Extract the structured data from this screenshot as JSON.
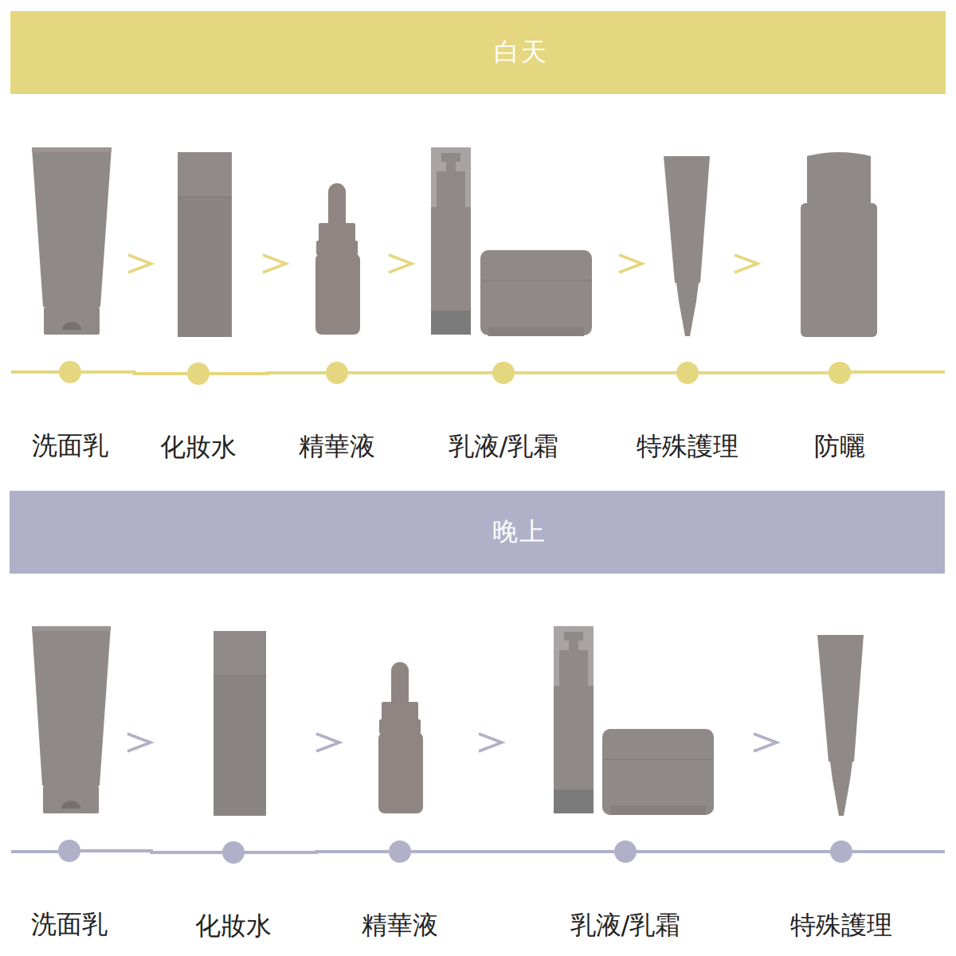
{
  "diagram": {
    "nodes": [
      {
        "text": [
          "白天"
        ]
      },
      {
        "text": [
          "洗面乳"
        ]
      },
      {
        "text": [
          "化妝水"
        ]
      },
      {
        "text": [
          "精華液"
        ]
      },
      {
        "text": [
          "乳液/乳霜"
        ]
      },
      {
        "text": [
          "特殊護理"
        ]
      },
      {
        "text": [
          "防曬"
        ]
      },
      {
        "text": [
          "晚上"
        ]
      },
      {
        "text": [
          "洗面乳"
        ]
      },
      {
        "text": [
          "化妝水"
        ]
      },
      {
        "text": [
          "精華液"
        ]
      },
      {
        "text": [
          "乳液/乳霜"
        ]
      },
      {
        "text": [
          "特殊護理"
        ]
      }
    ],
    "edges": [
      {
        "from": 1,
        "to": 2,
        "arrow": "none"
      },
      {
        "from": 2,
        "to": 3,
        "arrow": "none"
      },
      {
        "from": 3,
        "to": 4,
        "arrow": "none"
      },
      {
        "from": 4,
        "to": 5,
        "arrow": "none"
      },
      {
        "from": 5,
        "to": 6,
        "arrow": "none"
      },
      {
        "from": 8,
        "to": 9,
        "arrow": "none"
      },
      {
        "from": 9,
        "to": 10,
        "arrow": "none"
      },
      {
        "from": 10,
        "to": 11,
        "arrow": "none"
      },
      {
        "from": 11,
        "to": 12,
        "arrow": "none"
      }
    ]
  }
}
